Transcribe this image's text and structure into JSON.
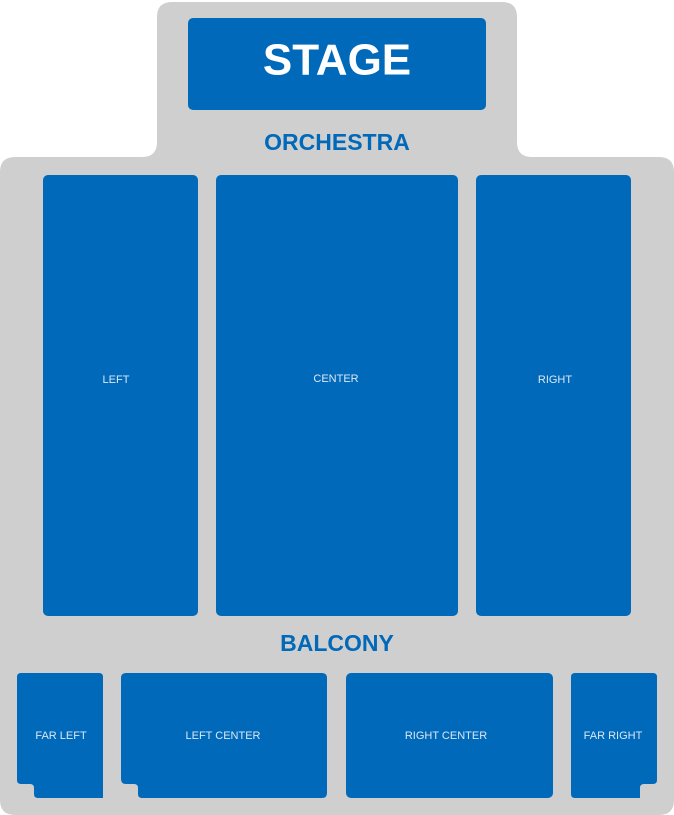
{
  "colors": {
    "floor": "#cfcfcf",
    "section": "#0069b9",
    "area_label": "#0069b9",
    "stage_text": "#ffffff",
    "section_text": "#dbe8f6"
  },
  "stage": {
    "label": "STAGE"
  },
  "orchestra": {
    "label": "ORCHESTRA",
    "sections": [
      {
        "id": "left",
        "label": "LEFT"
      },
      {
        "id": "center",
        "label": "CENTER"
      },
      {
        "id": "right",
        "label": "RIGHT"
      }
    ]
  },
  "balcony": {
    "label": "BALCONY",
    "sections": [
      {
        "id": "far-left",
        "label": "FAR LEFT"
      },
      {
        "id": "left-center",
        "label": "LEFT CENTER"
      },
      {
        "id": "right-center",
        "label": "RIGHT CENTER"
      },
      {
        "id": "far-right",
        "label": "FAR RIGHT"
      }
    ]
  }
}
